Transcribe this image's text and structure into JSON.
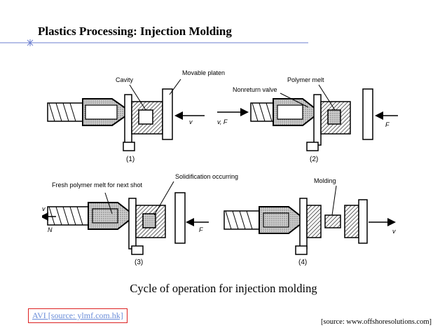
{
  "slide": {
    "title": "Plastics Processing: Injection Molding",
    "caption": "Cycle of operation for injection molding",
    "link_label": "AVI [source: ylmf.com.hk]",
    "source_note": "[source: www.offshoresolutions.com]"
  },
  "figure": {
    "panels": [
      {
        "number": "(1)",
        "labels": [
          "Cavity",
          "Movable platen",
          "v"
        ]
      },
      {
        "number": "(2)",
        "labels": [
          "Polymer melt",
          "Nonreturn valve",
          "v, F",
          "F"
        ]
      },
      {
        "number": "(3)",
        "labels": [
          "Fresh polymer melt for next shot",
          "Solidification occurring",
          "v",
          "N",
          "F"
        ]
      },
      {
        "number": "(4)",
        "labels": [
          "Molding",
          "v"
        ]
      }
    ]
  },
  "colors": {
    "rule": "#6c7fd0",
    "link_border": "#dd2222",
    "link_text": "#6a8cd8"
  }
}
